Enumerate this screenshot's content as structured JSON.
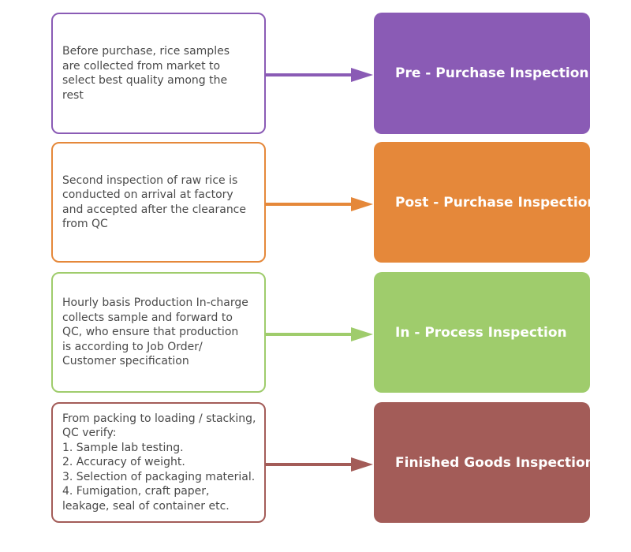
{
  "steps": [
    {
      "description_lines": [
        "Before purchase, rice samples",
        "are collected from market to",
        "select best quality among the",
        "rest"
      ],
      "stage": "Pre - Purchase Inspection",
      "color": "#8a5bb5"
    },
    {
      "description_lines": [
        "Second inspection of raw rice is",
        "conducted on arrival at factory",
        "and accepted after the clearance",
        "from QC"
      ],
      "stage": "Post - Purchase Inspection",
      "color": "#e5883a"
    },
    {
      "description_lines": [
        "Hourly basis Production In-charge",
        "collects sample and forward to",
        "QC, who ensure that production",
        "is according to Job Order/",
        "Customer specification"
      ],
      "stage": "In - Process Inspection",
      "color": "#9fcc6c"
    },
    {
      "description_lines": [
        "From packing to loading / stacking,",
        "QC verify:",
        "1. Sample lab testing.",
        "2. Accuracy of weight.",
        "3. Selection of packaging material.",
        "4. Fumigation, craft paper,",
        "leakage, seal of container etc."
      ],
      "stage": "Finished Goods Inspection",
      "color": "#a35c58"
    }
  ]
}
